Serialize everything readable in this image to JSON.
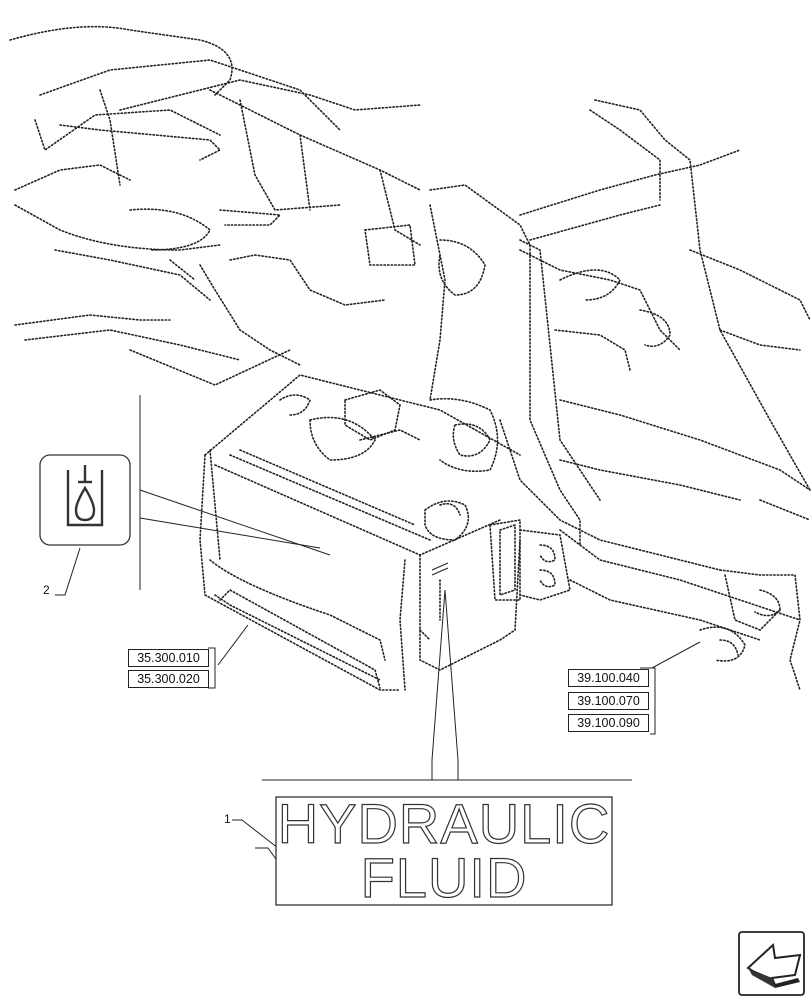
{
  "decal": {
    "line1": "HYDRAULIC",
    "line2": "FLUID"
  },
  "callouts": {
    "item1": "1",
    "item2": "2"
  },
  "references": {
    "tank_refs": [
      "35.300.010",
      "35.300.020"
    ],
    "frame_refs": [
      "39.100.040",
      "39.100.070",
      "39.100.090"
    ]
  },
  "icons": {
    "symbol": "hydraulic-oil-level-icon",
    "nav": "previous-page-arrow-icon"
  }
}
